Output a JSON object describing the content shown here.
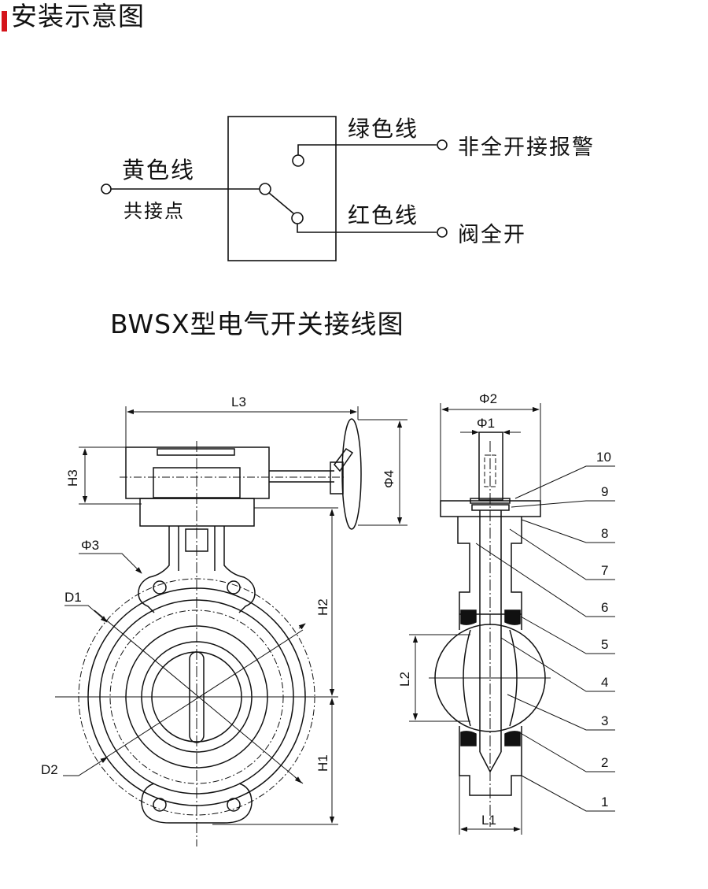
{
  "header": {
    "title": "安装示意图",
    "accent_color": "#d4141b"
  },
  "wiring": {
    "left_wire": "黄色线",
    "left_sub": "共接点",
    "top_wire": "绿色线",
    "top_terminal": "非全开接报警",
    "bottom_wire": "红色线",
    "bottom_terminal": "阀全开",
    "caption": "BWSX型电气开关接线图"
  },
  "valve_front": {
    "dims": [
      "L3",
      "H3",
      "Φ4",
      "Φ3",
      "D1",
      "D2",
      "H2",
      "H1"
    ]
  },
  "valve_side": {
    "dims": [
      "Φ2",
      "Φ1",
      "L2",
      "L1"
    ],
    "part_numbers": [
      "10",
      "9",
      "8",
      "7",
      "6",
      "5",
      "4",
      "3",
      "2",
      "1"
    ]
  }
}
